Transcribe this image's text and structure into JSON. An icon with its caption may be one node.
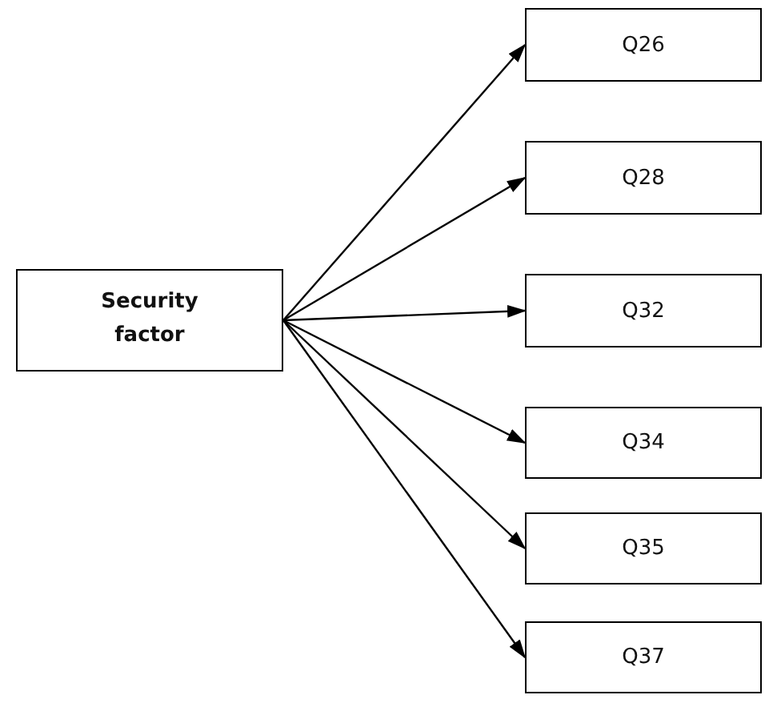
{
  "diagram": {
    "nodes": [
      {
        "text": [
          "Security factor"
        ]
      },
      {
        "text": [
          "Q26"
        ]
      },
      {
        "text": [
          "Q28"
        ]
      },
      {
        "text": [
          "Q32"
        ]
      },
      {
        "text": [
          "Q34"
        ]
      },
      {
        "text": [
          "Q35"
        ]
      },
      {
        "text": [
          "Q37"
        ]
      }
    ],
    "edges": [
      {
        "from": 0,
        "to": 1,
        "arrow": "to"
      },
      {
        "from": 0,
        "to": 2,
        "arrow": "to"
      },
      {
        "from": 0,
        "to": 3,
        "arrow": "to"
      },
      {
        "from": 0,
        "to": 4,
        "arrow": "to"
      },
      {
        "from": 0,
        "to": 5,
        "arrow": "to"
      },
      {
        "from": 0,
        "to": 6,
        "arrow": "to"
      }
    ]
  }
}
